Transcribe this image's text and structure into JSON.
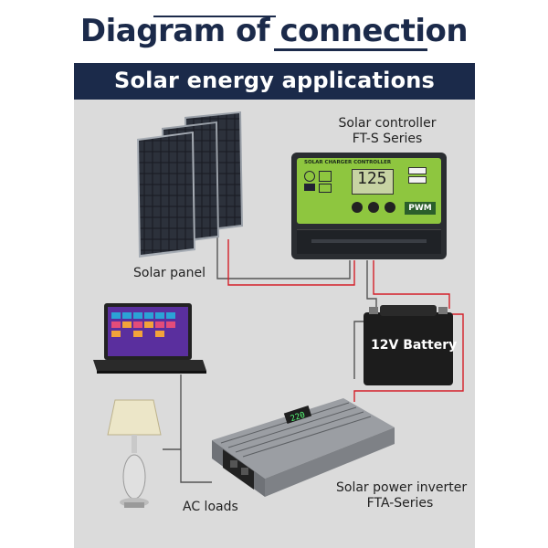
{
  "header": {
    "title": "Diagram of connection"
  },
  "banner": {
    "text": "Solar energy applications"
  },
  "components": {
    "solar_controller": {
      "line1": "Solar controller",
      "line2": "FT-S Series",
      "screen_text": "SOLAR CHARGER CONTROLLER",
      "display_value": "125",
      "badge": "PWM"
    },
    "solar_panel": {
      "label": "Solar panel"
    },
    "battery": {
      "label": "12V Battery"
    },
    "ac_loads": {
      "label": "AC loads"
    },
    "inverter": {
      "line1": "Solar power inverter",
      "line2": "FTA-Series",
      "display_value": "220"
    }
  },
  "colors": {
    "header_navy": "#1b2a4a",
    "panel_bg": "#dbdbdb",
    "wire_red": "#d4202a",
    "wire_gray": "#555555",
    "controller_green": "#8ec63f"
  }
}
